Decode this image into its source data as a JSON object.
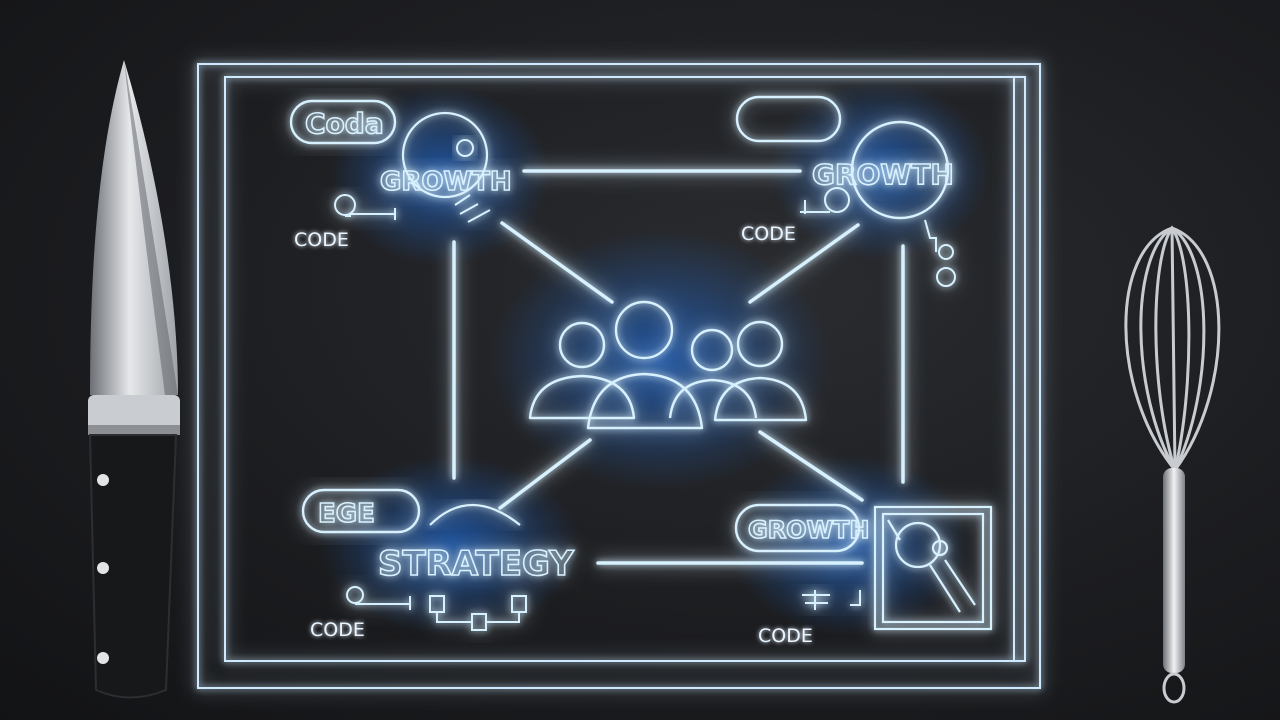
{
  "labels": {
    "top_left_pill": "Coda",
    "top_left_title": "GROWTH",
    "top_right_title": "GROWTH",
    "bottom_left_pill": "EGE",
    "bottom_left_title": "STRATEGY",
    "bottom_right_pill": "GROWTH",
    "code_top_left": "CODE",
    "code_top_right": "CODE",
    "code_bottom_left": "CODE",
    "code_bottom_right": "CODE"
  },
  "colors": {
    "neon_blue": "#2a8cff",
    "neon_core": "#d8f1ff",
    "background": "#1c1d20"
  },
  "icons": [
    "chef-knife-icon",
    "whisk-icon",
    "team-people-icon"
  ]
}
